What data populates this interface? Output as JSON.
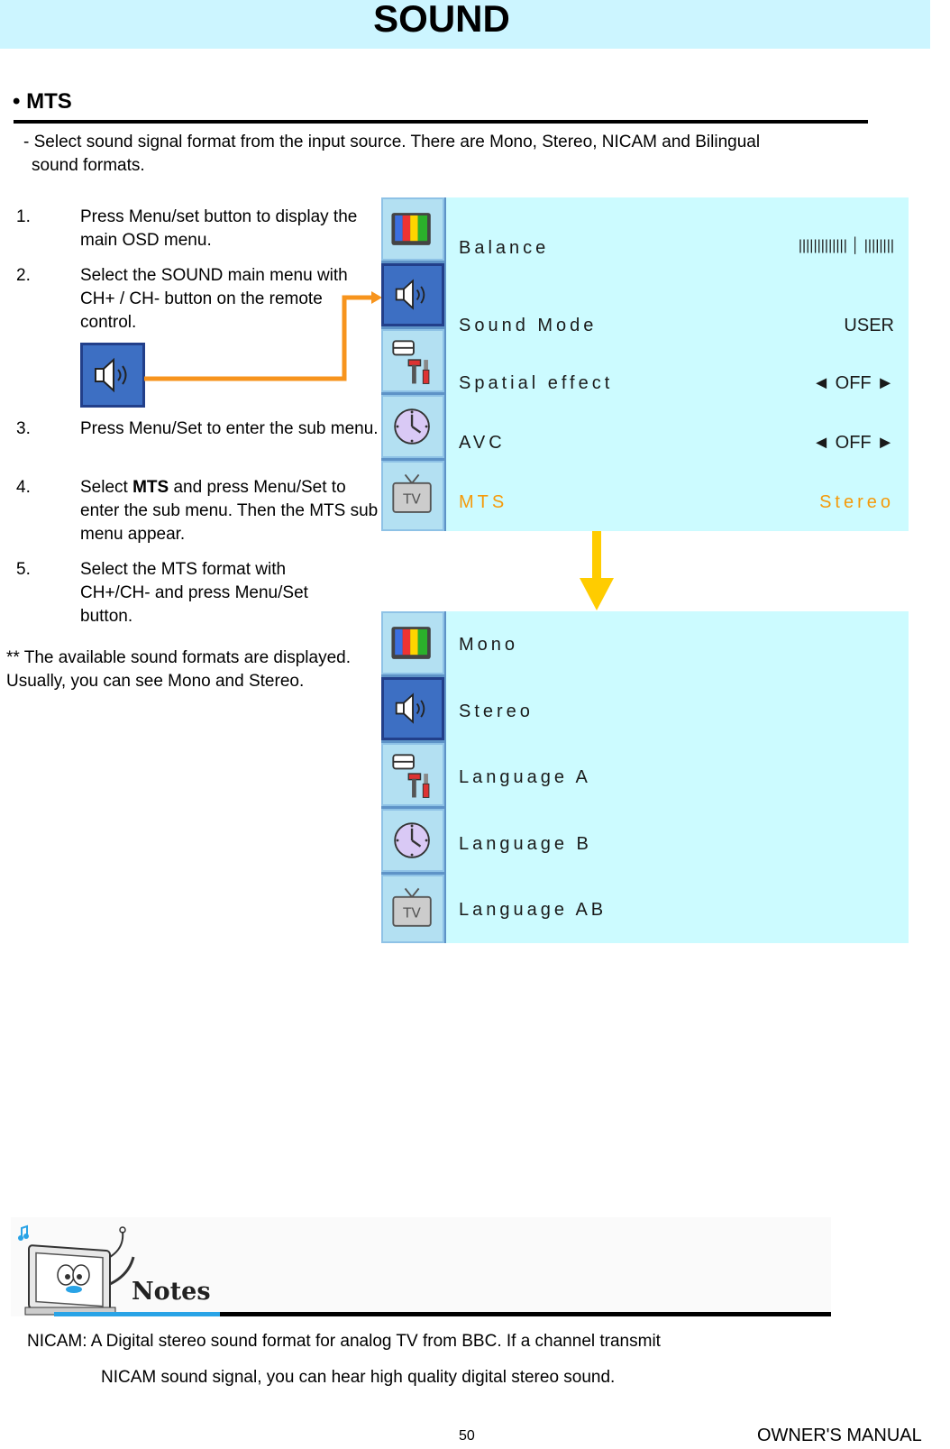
{
  "header": {
    "title": "SOUND"
  },
  "section": {
    "title": "• MTS",
    "description_line1": "- Select sound signal format from the input source. There are Mono, Stereo, NICAM and Bilingual",
    "description_line2": "sound formats."
  },
  "steps": [
    {
      "num": "1.",
      "text": "Press Menu/set button to display the main OSD menu."
    },
    {
      "num": "2.",
      "text": "Select the SOUND main menu with CH+ / CH- button on the remote control."
    },
    {
      "num": "3.",
      "text": "Press Menu/Set to enter the sub menu."
    },
    {
      "num": "4.",
      "text_before": "Select ",
      "text_bold": "MTS",
      "text_after": " and press Menu/Set to enter the sub menu. Then the MTS sub menu appear."
    },
    {
      "num": "5.",
      "text": "Select the MTS format with CH+/CH- and press Menu/Set button."
    }
  ],
  "available_note": "** The available sound formats are displayed. Usually, you can see Mono and Stereo.",
  "osd_main": {
    "items": [
      {
        "label": "Balance",
        "value": "||||||||||||| │ ||||||||"
      },
      {
        "label": "Sound Mode",
        "value": "USER"
      },
      {
        "label": "Spatial effect",
        "value": "◄ OFF ►"
      },
      {
        "label": "AVC",
        "value": "◄ OFF ►"
      },
      {
        "label": "MTS",
        "value": "Stereo"
      }
    ],
    "highlight_color": "#f59a0a"
  },
  "osd_sub": {
    "items": [
      {
        "label": "Mono"
      },
      {
        "label": "Stereo"
      },
      {
        "label": "Language A"
      },
      {
        "label": "Language B"
      },
      {
        "label": "Language AB"
      }
    ]
  },
  "icons": [
    "color-bars-icon",
    "speaker-icon",
    "tools-icon",
    "clock-icon",
    "tv-icon"
  ],
  "notes": {
    "heading": "Notes",
    "line1": "NICAM: A Digital stereo sound format for analog TV from BBC. If a channel  transmit",
    "line2": "NICAM sound signal, you can hear high quality digital stereo sound."
  },
  "footer": {
    "page_number": "50",
    "manual": "OWNER'S MANUAL"
  }
}
